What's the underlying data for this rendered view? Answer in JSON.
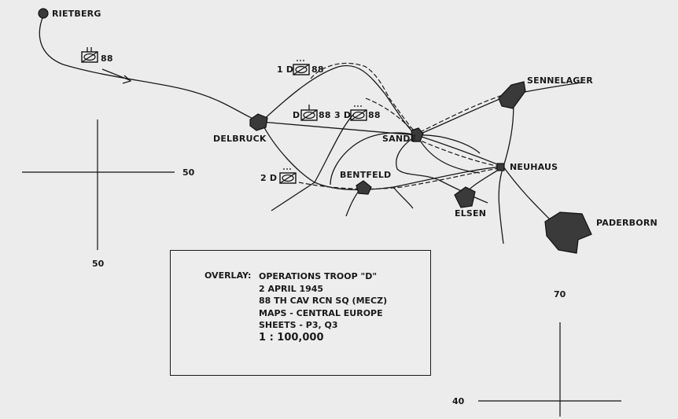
{
  "places": {
    "rietberg": "RIETBERG",
    "delbruck": "DELBRUCK",
    "sande": "SANDE",
    "sennelager": "SENNELAGER",
    "neuhaus": "NEUHAUS",
    "bentfeld": "BENTFELD",
    "elsen": "ELSEN",
    "paderborn": "PADERBORN"
  },
  "units": {
    "start": "88",
    "first_platoon_prefix": "1 D",
    "first_platoon_suffix": "88",
    "troop_prefix": "D",
    "troop_suffix": "88",
    "third_platoon_prefix": "3 D",
    "third_platoon_suffix": "88",
    "second_platoon_prefix": "2 D"
  },
  "grid": {
    "west_easting": "50",
    "west_northing": "50",
    "east_easting": "70",
    "east_northing": "40"
  },
  "legend": {
    "key": "OVERLAY:",
    "title": "OPERATIONS  TROOP \"D\"",
    "date": "2 APRIL 1945",
    "unit": "88 TH CAV RCN SQ (MECZ)",
    "maps": "MAPS - CENTRAL EUROPE",
    "sheets": "SHEETS - P3, Q3",
    "scale": "1 : 100,000"
  }
}
